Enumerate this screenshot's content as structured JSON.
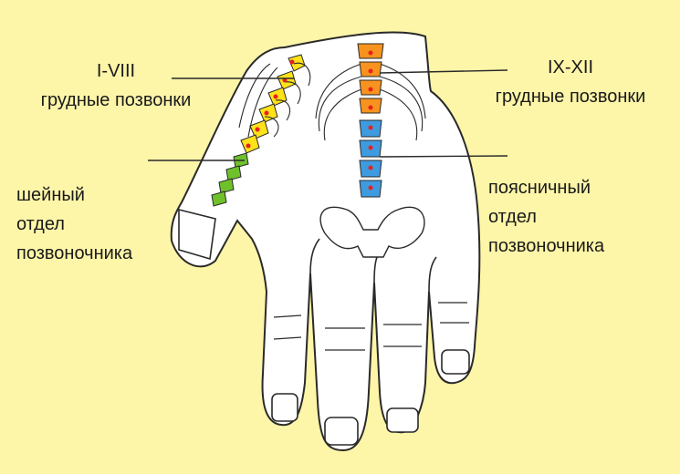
{
  "labels": {
    "thoracic_upper": {
      "range": "I-VIII",
      "text": "грудные позвонки"
    },
    "thoracic_lower": {
      "range": "IX-XII",
      "text": "грудные позвонки"
    },
    "cervical": {
      "line1": "шейный",
      "line2": "отдел",
      "line3": "позвоночника"
    },
    "lumbar": {
      "line1": "поясничный",
      "line2": "отдел",
      "line3": "позвоночника"
    }
  },
  "colors": {
    "background": "#fdf5a8",
    "hand_fill": "#ffffff",
    "outline": "#2a2a2a",
    "cervical": "#6fc12b",
    "thoracic_upper": "#ffe21a",
    "thoracic_lower": "#f7931e",
    "lumbar": "#3f9be0",
    "points": "#e8211f"
  }
}
